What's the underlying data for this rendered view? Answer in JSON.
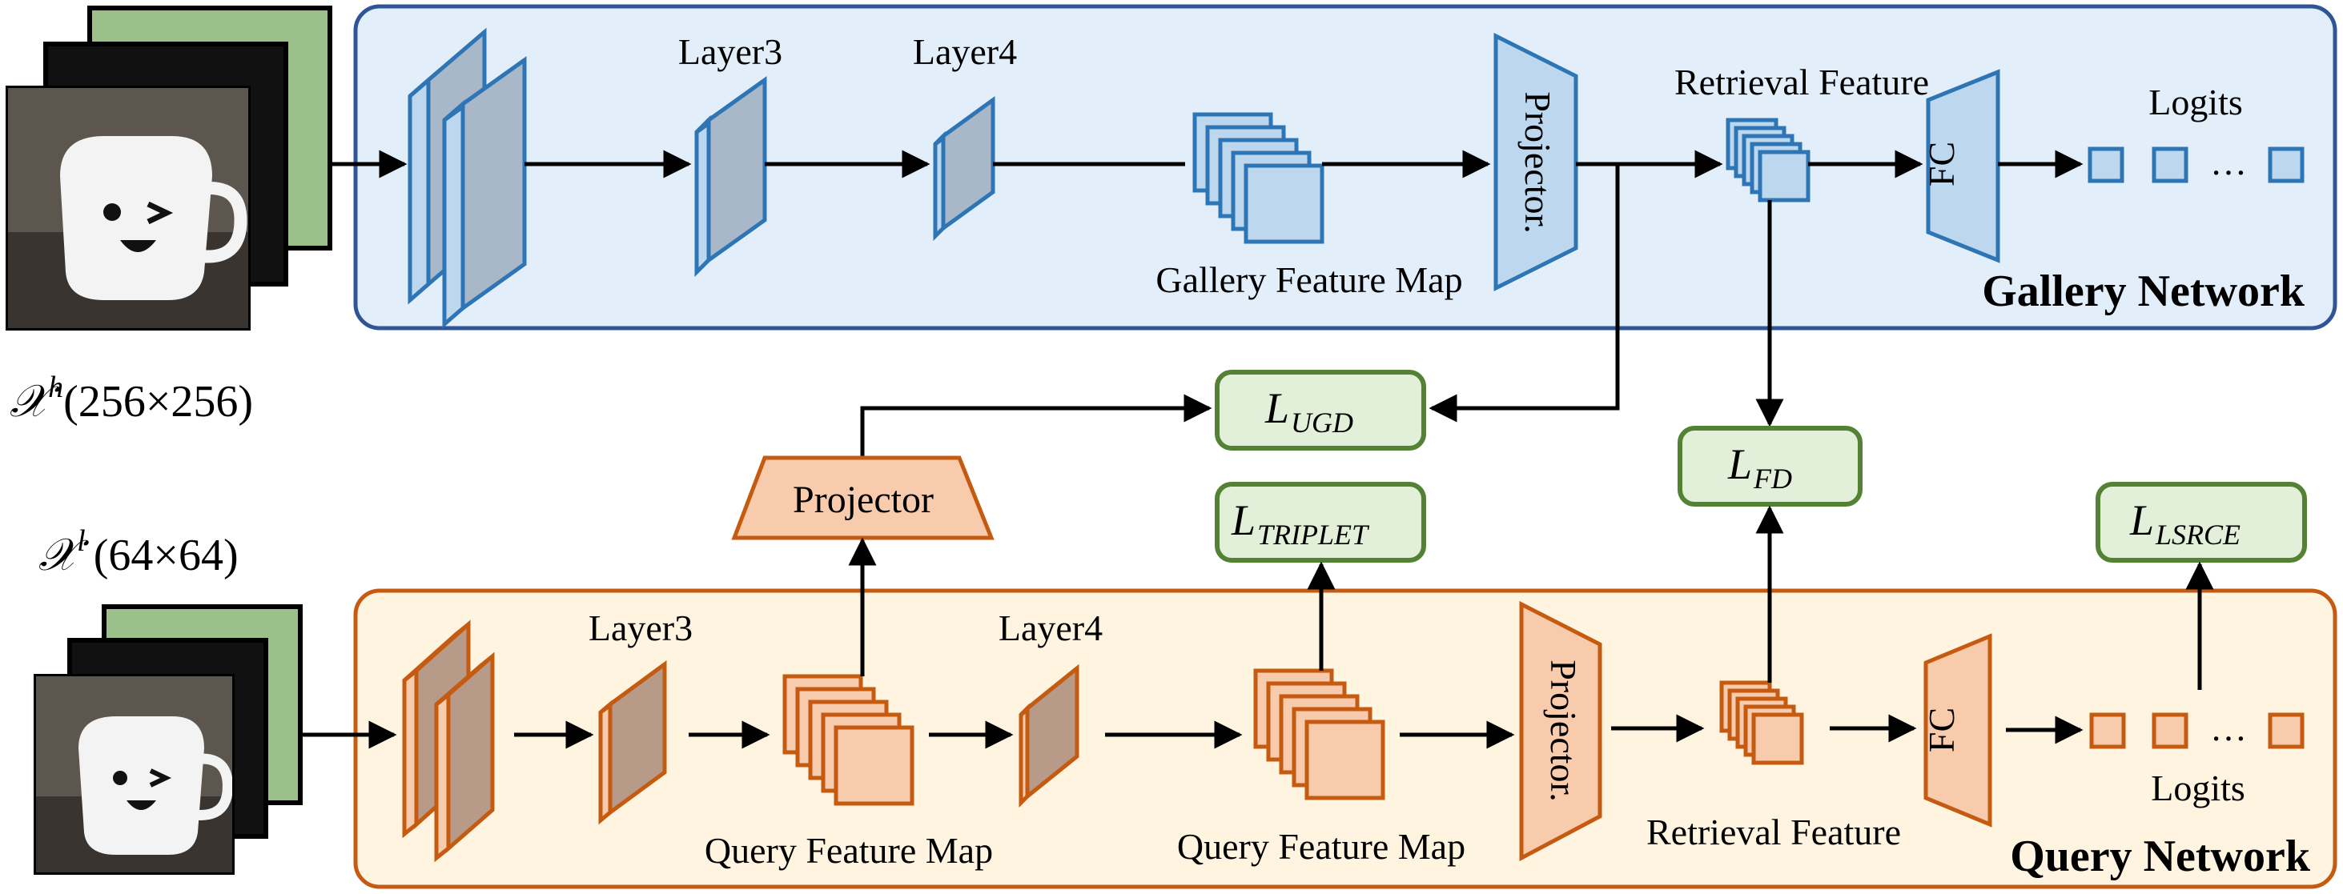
{
  "gallery": {
    "title": "Gallery Network",
    "layer3": "Layer3",
    "layer4": "Layer4",
    "feature_map": "Gallery Feature Map",
    "projector": "Projector.",
    "retrieval": "Retrieval Feature",
    "fc": "FC",
    "logits": "Logits",
    "ellipsis": "…",
    "input_label_symbol": "𝒳",
    "input_label_sup": "h",
    "input_label_size": "(256×256)"
  },
  "query": {
    "title": "Query Network",
    "layer3": "Layer3",
    "layer4": "Layer4",
    "feature_map_1": "Query Feature Map",
    "feature_map_2": "Query Feature Map",
    "projector": "Projector.",
    "retrieval": "Retrieval Feature",
    "fc": "FC",
    "logits": "Logits",
    "ellipsis": "…",
    "input_label_symbol": "𝒳",
    "input_label_sup": "l",
    "input_label_size": "(64×64)"
  },
  "middle": {
    "projector": "Projector"
  },
  "losses": {
    "ugd": {
      "main": "L",
      "sub": "UGD"
    },
    "triplet": {
      "main": "L",
      "sub": "TRIPLET"
    },
    "fd": {
      "main": "L",
      "sub": "FD"
    },
    "lsrce": {
      "main": "L",
      "sub": "LSRCE"
    }
  },
  "colors": {
    "gallery_bg": "#e2eef9",
    "gallery_border": "#2f5597",
    "gallery_stroke": "#2e75b6",
    "gallery_fill": "#bdd7ee",
    "gallery_dark": "#7f9bb5",
    "query_bg": "#fef4e0",
    "query_border": "#c55a11",
    "query_stroke": "#c55a11",
    "query_fill": "#f8cbad",
    "query_dark": "#b08a74",
    "loss_fill": "#e2f0d9",
    "loss_border": "#548235"
  }
}
